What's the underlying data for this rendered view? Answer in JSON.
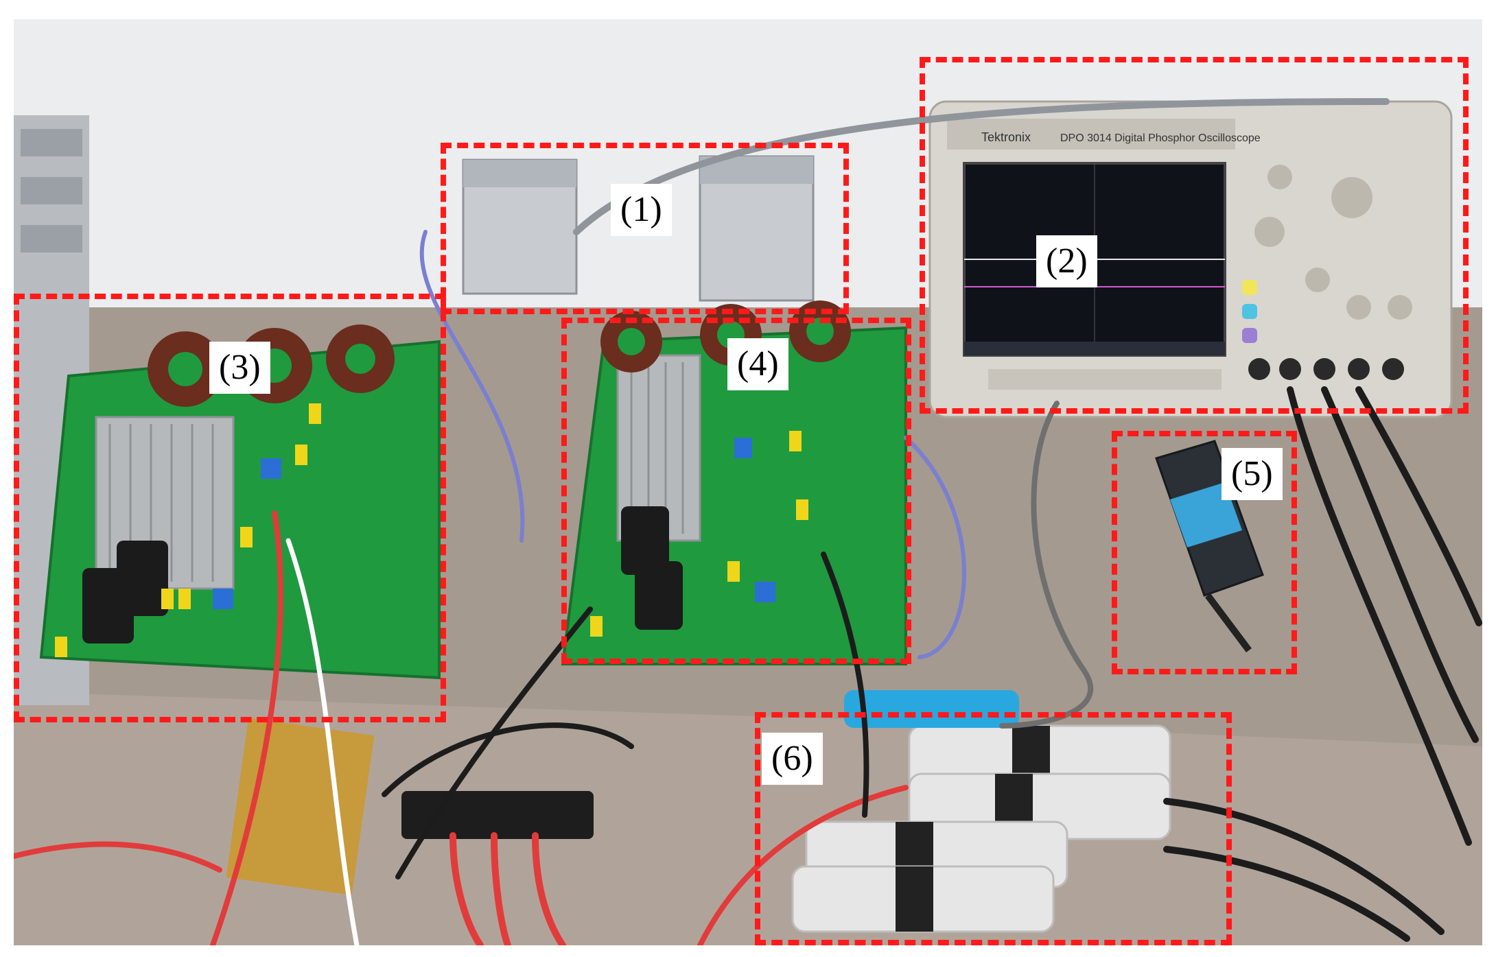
{
  "figure": {
    "regions": [
      {
        "label": "(1)"
      },
      {
        "label": "(2)"
      },
      {
        "label": "(3)"
      },
      {
        "label": "(4)"
      },
      {
        "label": "(5)"
      },
      {
        "label": "(6)"
      }
    ],
    "region_color": "#ff1a1a",
    "oscilloscope": {
      "brand": "Tektronix",
      "model": "DPO 3014 Digital Phosphor Oscilloscope"
    },
    "photo_colors": {
      "wall": "#ecedef",
      "table": "#a59a8f",
      "pcb": "#1f9a3f",
      "scope_body": "#d9d6cf",
      "scope_screen": "#10121a",
      "probe_white": "#e6e6e6",
      "probe_blue": "#29a8e0"
    }
  }
}
